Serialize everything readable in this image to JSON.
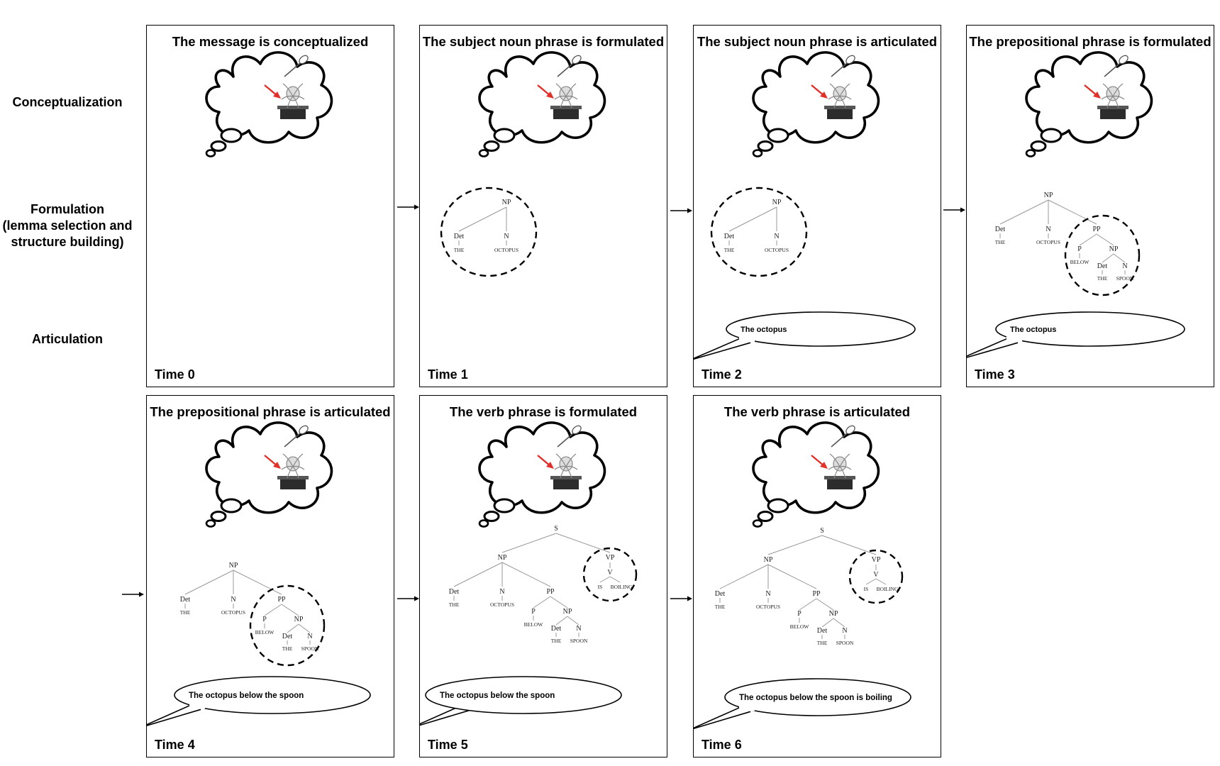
{
  "row_labels": {
    "conceptualization": "Conceptualization",
    "formulation_line1": "Formulation",
    "formulation_line2": "(lemma selection and",
    "formulation_line3": "structure building)",
    "articulation": "Articulation"
  },
  "panels": [
    {
      "title": "The message is conceptualized",
      "time": "Time 0"
    },
    {
      "title": "The subject noun phrase is formulated",
      "time": "Time 1"
    },
    {
      "title": "The subject noun phrase is articulated",
      "time": "Time 2",
      "speech": "The octopus"
    },
    {
      "title": "The prepositional phrase is formulated",
      "time": "Time 3",
      "speech": "The octopus"
    },
    {
      "title": "The prepositional phrase is articulated",
      "time": "Time 4",
      "speech": "The octopus below the spoon"
    },
    {
      "title": "The verb phrase is formulated",
      "time": "Time 5",
      "speech": "The octopus below the spoon"
    },
    {
      "title": "The verb phrase is articulated",
      "time": "Time 6",
      "speech": "The octopus below the spoon is boiling"
    }
  ],
  "tree_labels": {
    "s": "S",
    "np": "NP",
    "vp": "VP",
    "pp": "PP",
    "det": "Det",
    "n": "N",
    "p": "P",
    "v": "V",
    "the": "THE",
    "octopus": "OCTOPUS",
    "below": "BELOW",
    "spoon": "SPOON",
    "is": "IS",
    "boiling": "BOILING"
  },
  "colors": {
    "pointer_arrow": "#e0312b",
    "border": "#000000",
    "tree_lines": "#999999"
  }
}
